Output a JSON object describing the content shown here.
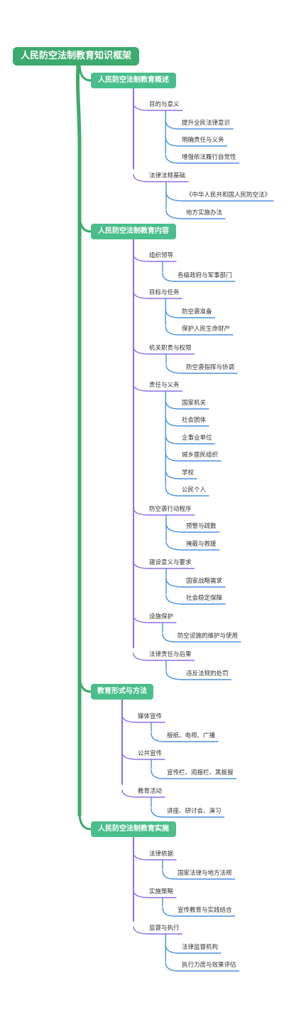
{
  "title": "人民防空法制教育知识框架",
  "colors": {
    "root_fill": "#3daa6e",
    "section_fill": "#4bbf8b",
    "trunk_line": "#3daa6e",
    "sub_line": "#8e6ee6",
    "leaf_line": "#4a90e2",
    "text": "#333333"
  },
  "sections": [
    {
      "label": "人民防空法制教育概述",
      "children": [
        {
          "label": "目的与意义",
          "children": [
            "提升全民法律意识",
            "明确责任与义务",
            "增强依法履行自觉性"
          ]
        },
        {
          "label": "法律法规基础",
          "children": [
            "《中华人民共和国人民防空法》",
            "地方实施办法"
          ]
        }
      ]
    },
    {
      "label": "人民防空法制教育内容",
      "children": [
        {
          "label": "组织领导",
          "children": [
            "各级政府与军事部门"
          ]
        },
        {
          "label": "目标与任务",
          "children": [
            "防空袭准备",
            "保护人民生命财产"
          ]
        },
        {
          "label": "机关职责与权限",
          "children": [
            "防空袭指挥与协调"
          ]
        },
        {
          "label": "责任与义务",
          "children": [
            "国家机关",
            "社会团体",
            "企事业单位",
            "城乡居民组织",
            "学校",
            "公民个人"
          ]
        },
        {
          "label": "防空袭行动程序",
          "children": [
            "预警与疏散",
            "掩蔽与救援"
          ]
        },
        {
          "label": "建设意义与要求",
          "children": [
            "国家战略需求",
            "社会稳定保障"
          ]
        },
        {
          "label": "设施保护",
          "children": [
            "防空设施的维护与使用"
          ]
        },
        {
          "label": "法律责任与后果",
          "children": [
            "违反法规的处罚"
          ]
        }
      ]
    },
    {
      "label": "教育形式与方法",
      "children": [
        {
          "label": "媒体宣传",
          "children": [
            "报纸、电视、广播"
          ]
        },
        {
          "label": "公共宣传",
          "children": [
            "宣传栏、阅报栏、黑板报"
          ]
        },
        {
          "label": "教育活动",
          "children": [
            "讲座、研讨会、演习"
          ]
        }
      ]
    },
    {
      "label": "人民防空法制教育实施",
      "children": [
        {
          "label": "法律依据",
          "children": [
            "国家法律与地方法规"
          ]
        },
        {
          "label": "实施策略",
          "children": [
            "宣传教育与实践结合"
          ]
        },
        {
          "label": "监督与执行",
          "children": [
            "法律监督机构",
            "执行力度与效果评估"
          ]
        }
      ]
    }
  ]
}
